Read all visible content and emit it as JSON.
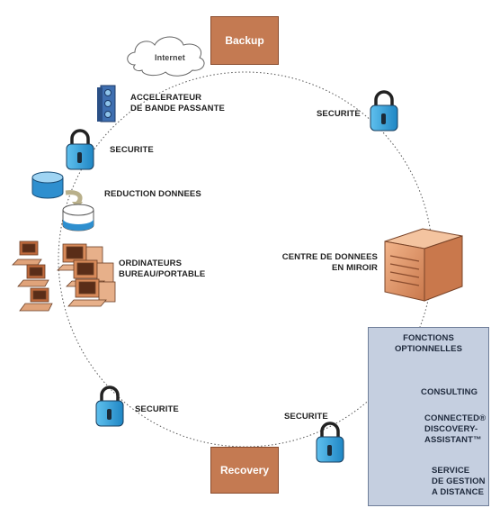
{
  "nodes": {
    "backup": "Backup",
    "recovery": "Recovery",
    "internet": "Internet"
  },
  "labels": {
    "accelerator_l1": "ACCELERATEUR",
    "accelerator_l2": "DE BANDE PASSANTE",
    "security": "SECURITE",
    "data_reduction": "REDUCTION DONNEES",
    "computers_l1": "ORDINATEURS",
    "computers_l2": "BUREAU/PORTABLE",
    "datacenter_l1": "CENTRE DE DONNEES",
    "datacenter_l2": "EN MIROIR"
  },
  "panel": {
    "title_l1": "FONCTIONS",
    "title_l2": "OPTIONNELLES",
    "consulting": "CONSULTING",
    "cda_l1": "CONNECTED®",
    "cda_l2": "DISCOVERY-",
    "cda_l3": "ASSISTANT™",
    "remote_l1": "SERVICE",
    "remote_l2": "DE GESTION",
    "remote_l3": "A DISTANCE"
  },
  "colors": {
    "node_fill": "#c47a52",
    "lock_blue": "#3aa6dd",
    "panel_bg": "#c5cfe0",
    "panel_icon": "#1f5b9c"
  }
}
